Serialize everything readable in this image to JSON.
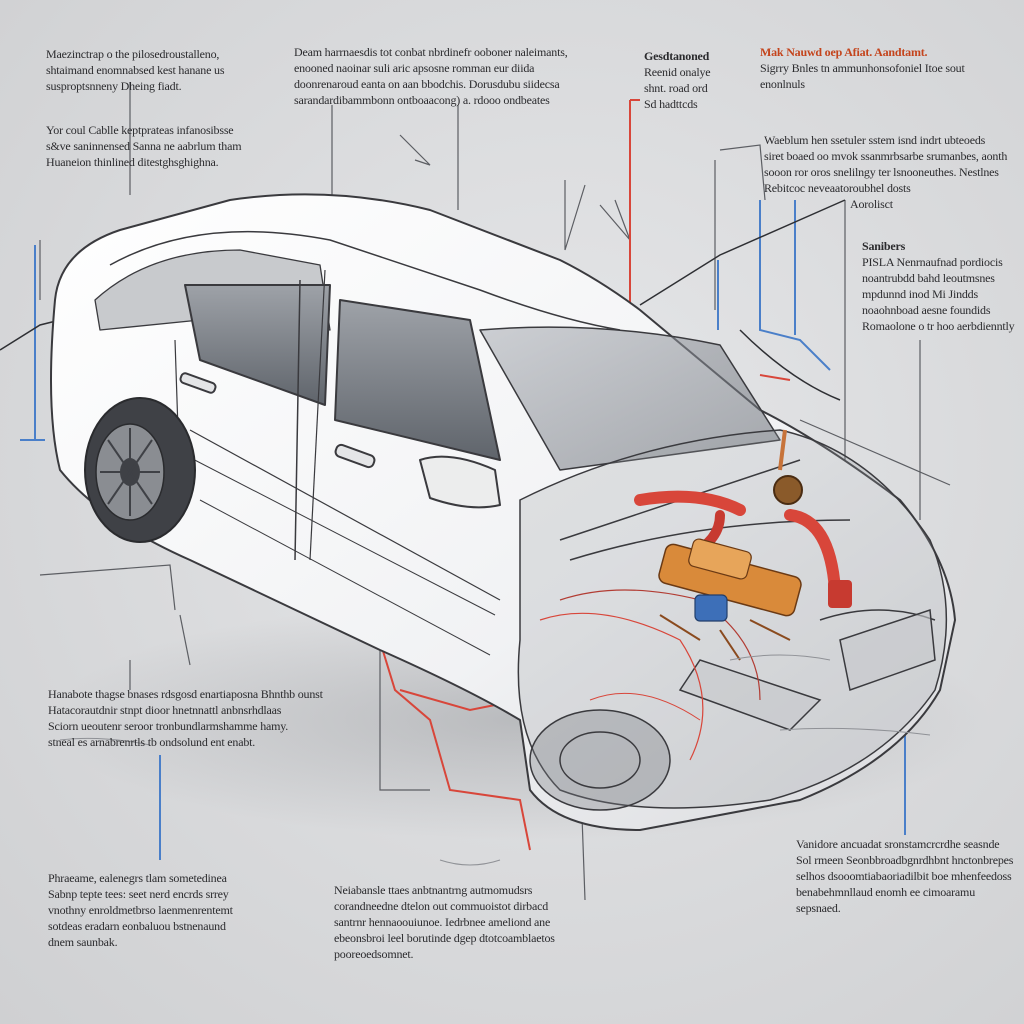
{
  "colors": {
    "background": "#dcdcde",
    "red_wire": "#d8463a",
    "blue_wire": "#4a7fc9",
    "outline": "#3a3a3e",
    "accent_title": "#c4441c",
    "engine_orange": "#d98a3a"
  },
  "callouts": {
    "top_left_1": [
      "Maezinctrap o the pilosedroustalleno,",
      "shtaimand enomnabsed kest hanane us",
      "susproptsnneny Dheing fiadt."
    ],
    "top_left_2": [
      "Yor coul Cablle keptprateas infanosibsse",
      "s&ve saninnensed Sanna ne aabrlum tham",
      "Huaneion thinlined ditestghsghighna."
    ],
    "top_center": [
      "Deam harrnaesdis tot conbat nbrdinefr ooboner naleimants,",
      "enooned naoinar suli aric apsosne romman eur diida",
      "doonrenaroud eanta on aan bbodchis. Dorusdubu siidecsa",
      "sarandardibammbonn ontboaacong) a. rdooo ondbeates"
    ],
    "top_right_small": {
      "title": "Gesdtanoned",
      "lines": [
        "Reenid onalye",
        "shnt. road ord",
        "Sd hadttcds"
      ]
    },
    "top_right_accent": {
      "title": "Mak Nauwd oep Afiat. Aandtamt.",
      "lines": [
        "Sigrry Bnles tn ammunhonsofoniel Itoe sout",
        "enonlnuls"
      ]
    },
    "right_mid": [
      "Waeblum hen ssetuler sstem isnd indrt ubteoeds",
      "siret boaed oo mvok ssanmrbsarbe srumanbes, aonth",
      "sooon ror oros snelilngy ter lsnooneuthes. Nestlnes",
      "Rebitcoc neveaatoroubhel dosts",
      "Aorolisct"
    ],
    "right_sanibers": {
      "title": "Sanibers",
      "lines": [
        "PISLA Nenrnaufnad pordiocis",
        "noantrubdd bahd leoutmsnes",
        "mpdunnd inod Mi Jindds",
        "noaohnboad aesne foundids",
        "Romaolone o tr hoo aerbdienntly"
      ]
    },
    "left_mid": [
      "Hanabote thagse bnases rdsgosd enartiaposna Bhnthb ounst",
      "Hatacorautdnir stnpt dioor hnetnnattl anbnsrhdlaas",
      "Sciorn ueoutenr seroor tronbundlarmshamme hamy.",
      "stneal es arnabrenrtls tb ondsolund ent enabt."
    ],
    "bottom_left": [
      "Phraeame, ealenegrs tlam sometedinea",
      "Sabnp tepte tees: seet nerd encrds srrey",
      "vnothny enroldmetbrso laenmenrentemt",
      "sotdeas eradarn eonbaluou bstnenaund",
      "dnem saunbak."
    ],
    "bottom_center": [
      "Neiabansle ttaes anbtnantrng autmomudsrs",
      "corandneedne dtelon out commuoistot dirbacd",
      "santrnr hennaoouiunoe. Iedrbnee ameliond ane",
      "ebeonsbroi leel borutinde dgep dtotcoamblaetos",
      "pooreoedsomnet."
    ],
    "bottom_right": [
      "Vanidore ancuadat sronstamcrcrdhe seasnde",
      "Sol rmeen Seonbbroadbgnrdhbnt hnctonbrepes",
      "selhos dsooomtiabaoriadilbit boe mhenfeedoss",
      "benabehmnllaud enomh ee cimoaramu",
      "sepsnaed."
    ]
  }
}
